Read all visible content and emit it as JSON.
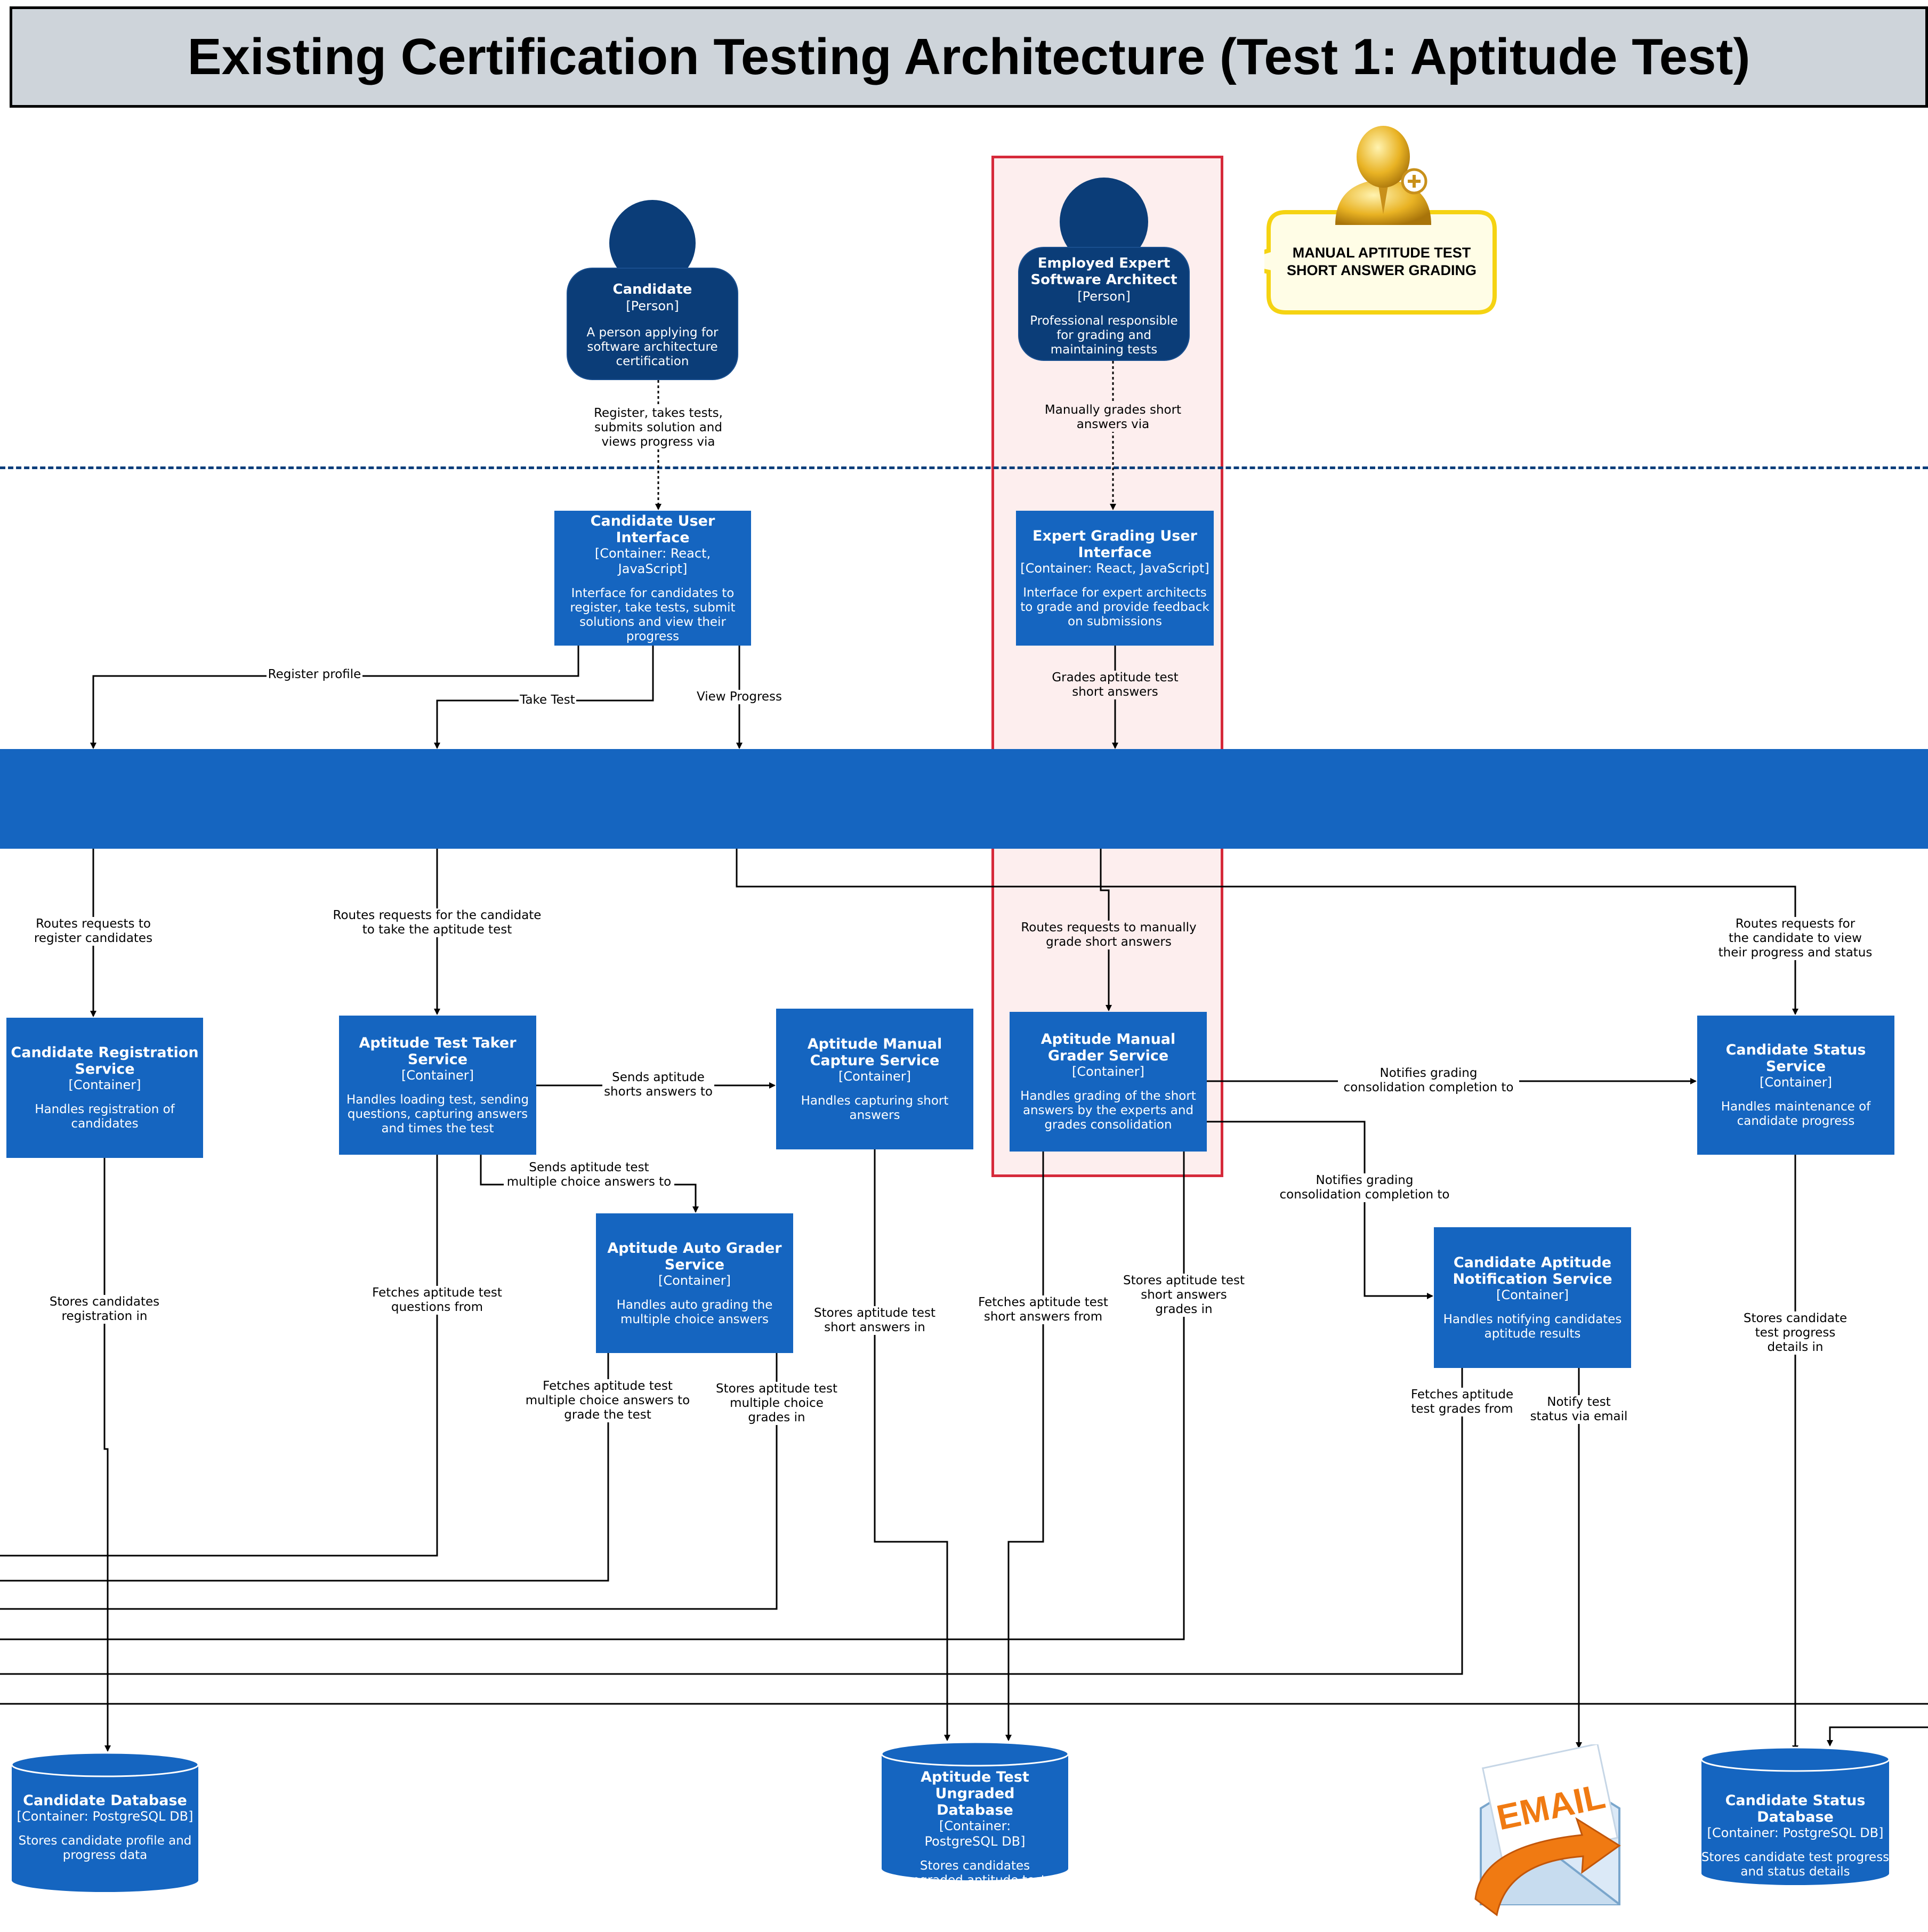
{
  "title": "Existing Certification Testing Architecture (Test 1: Aptitude Test)",
  "callout": {
    "line1": "MANUAL APTITUDE TEST",
    "line2": "SHORT ANSWER GRADING",
    "icon": "manager-person-icon"
  },
  "persons": {
    "candidate": {
      "name": "Candidate",
      "tag": "[Person]",
      "desc": "A person applying for software architecture certification"
    },
    "expert": {
      "name": "Employed Expert Software Architect",
      "tag": "[Person]",
      "desc": "Professional responsible for grading and maintaining tests"
    }
  },
  "containers": {
    "candidate_ui": {
      "name": "Candidate User Interface",
      "tag": "[Container: React, JavaScript]",
      "desc": "Interface for candidates to register, take tests, submit solutions and view their progress"
    },
    "expert_ui": {
      "name": "Expert Grading User Interface",
      "tag": "[Container: React, JavaScript]",
      "desc": "Interface for expert architects to grade and provide feedback on submissions"
    },
    "registration": {
      "name": "Candidate Registration Service",
      "tag": "[Container]",
      "desc": "Handles registration of candidates"
    },
    "test_taker": {
      "name": "Aptitude Test Taker Service",
      "tag": "[Container]",
      "desc": "Handles loading test, sending questions, capturing answers and times  the test"
    },
    "manual_capture": {
      "name": "Aptitude  Manual Capture Service",
      "tag": "[Container]",
      "desc": "Handles capturing short answers"
    },
    "manual_grader": {
      "name": "Aptitude Manual Grader Service",
      "tag": "[Container]",
      "desc": "Handles grading of the short answers by the experts and grades consolidation"
    },
    "status": {
      "name": "Candidate Status Service",
      "tag": "[Container]",
      "desc": "Handles maintenance of candidate progress"
    },
    "auto_grader": {
      "name": "Aptitude  Auto Grader Service",
      "tag": "[Container]",
      "desc": "Handles auto grading the multiple choice answers"
    },
    "notification": {
      "name": "Candidate Aptitude Notification Service",
      "tag": "[Container]",
      "desc": "Handles notifying candidates aptitude results"
    }
  },
  "databases": {
    "candidate_db": {
      "name": "Candidate Database",
      "tag": "[Container: PostgreSQL DB]",
      "desc": "Stores candidate profile and progress data"
    },
    "ungraded_db": {
      "name": "Aptitude Test Ungraded Database",
      "tag": "[Container: PostgreSQL DB]",
      "desc": "Stores candidates ungraded aptitude test short answers"
    },
    "status_db": {
      "name": "Candidate Status Database",
      "tag": "[Container: PostgreSQL DB]",
      "desc": "Stores candidate test progress and status details"
    }
  },
  "email": {
    "label": "EMAIL",
    "icon": "email-envelope-icon"
  },
  "labels": {
    "candidate_to_ui": "Register, takes tests,\nsubmits solution and\nviews progress via",
    "expert_to_ui": "Manually grades short\nanswers via",
    "register_profile": "Register profile",
    "take_test": "Take Test",
    "view_progress": "View Progress",
    "grades_short": "Grades aptitude test\nshort answers",
    "routes_register": "Routes requests to\nregister candidates",
    "routes_take": "Routes requests for the candidate\nto take the aptitude test",
    "routes_manual": "Routes requests to manually\ngrade short answers",
    "routes_status": "Routes requests for\nthe candidate to view\ntheir progress and status",
    "sends_short": "Sends aptitude\nshorts answers to",
    "sends_mc": "Sends aptitude test\nmultiple choice answers to",
    "notifies_status": "Notifies grading\nconsolidation completion to",
    "notifies_notif": "Notifies grading\nconsolidation completion to",
    "stores_registration": "Stores candidates\nregistration in",
    "fetches_questions": "Fetches aptitude test\nquestions from",
    "fetches_mc": "Fetches aptitude test\nmultiple choice answers to\ngrade the test",
    "stores_mc_grades": "Stores aptitude test\nmultiple choice\ngrades in",
    "stores_short": "Stores aptitude test\nshort answers in",
    "fetches_short": "Fetches aptitude test\nshort answers from",
    "stores_short_grades": "Stores aptitude test\nshort answers\ngrades in",
    "fetches_grades": "Fetches aptitude\ntest grades from",
    "notify_email": "Notify test\nstatus via email",
    "stores_progress": "Stores candidate\ntest progress\ndetails  in"
  },
  "colors": {
    "container_blue": "#1565c0",
    "person_navy": "#0b3d78",
    "highlight_fill": "#fdeeee",
    "highlight_border": "#d6293a",
    "callout_fill": "#fffde6",
    "callout_border": "#f5d312",
    "title_fill": "#ced4da"
  }
}
